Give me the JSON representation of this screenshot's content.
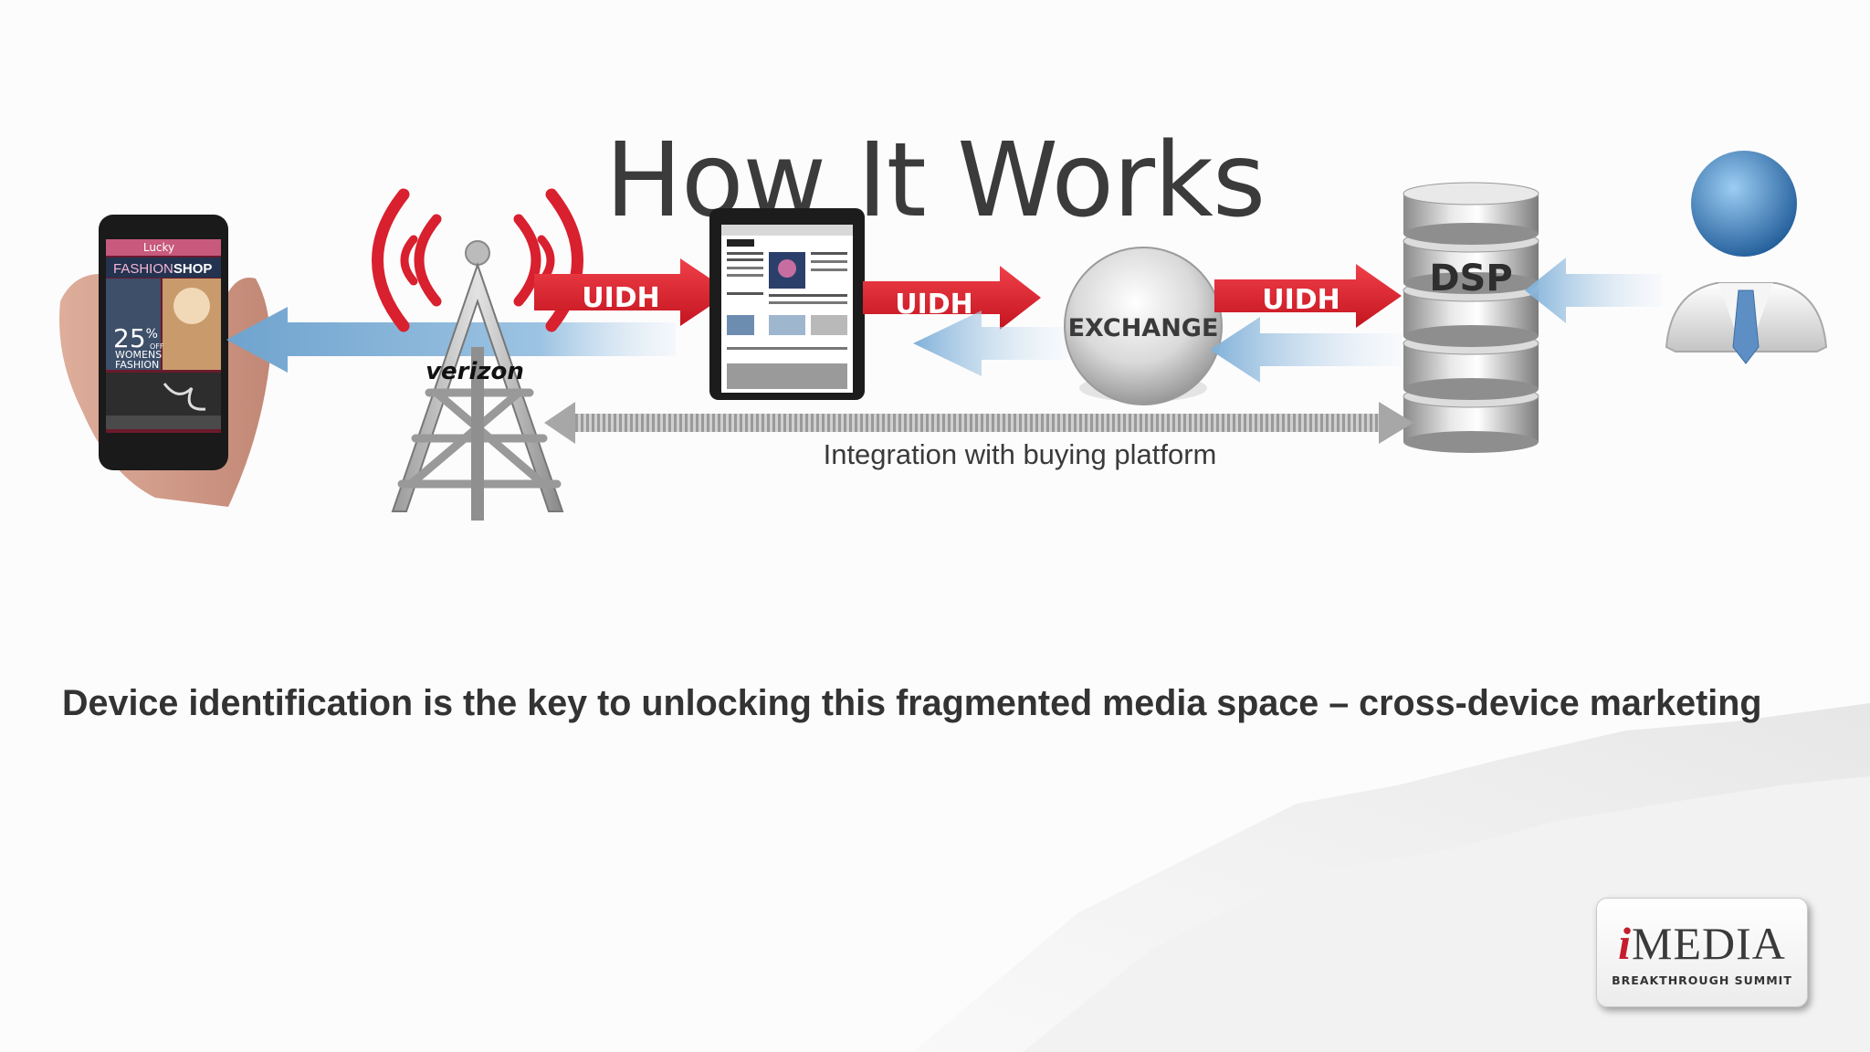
{
  "title": "How It Works",
  "diagram": {
    "phone": {
      "app_name": "Lucky",
      "shop_a": "FASHION",
      "shop_b": "SHOP",
      "promo_percent": "25",
      "promo_unit": "%",
      "promo_off": "OFF",
      "promo_line1": "WOMENS",
      "promo_line2": "FASHION"
    },
    "carrier_brand": "verizon",
    "arrow_label_1": "UIDH",
    "arrow_label_2": "UIDH",
    "arrow_label_3": "UIDH",
    "exchange_label": "EXCHANGE",
    "dsp_label": "DSP",
    "integration_label": "Integration with buying platform"
  },
  "tagline": "Device identification is the key to unlocking this fragmented media space – cross-device marketing",
  "logo": {
    "name_first": "i",
    "name_rest": "MEDIA",
    "subtitle": "BREAKTHROUGH SUMMIT"
  },
  "colors": {
    "uidh_red": "#d8202e",
    "return_blue": "#7aaed4",
    "title_text": "#3b3b3b",
    "body_text": "#333333"
  }
}
